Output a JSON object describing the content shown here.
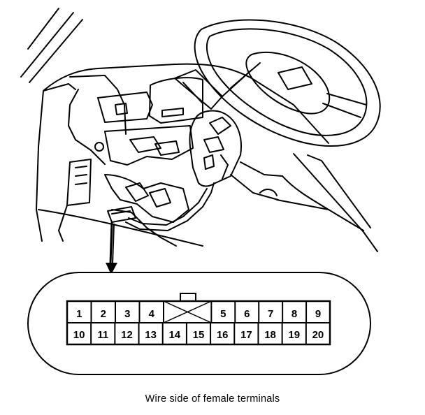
{
  "connector": {
    "top_row": [
      "1",
      "2",
      "3",
      "4",
      "",
      "5",
      "6",
      "7",
      "8",
      "9"
    ],
    "bottom_row": [
      "10",
      "11",
      "12",
      "13",
      "14",
      "15",
      "16",
      "17",
      "18",
      "19",
      "20"
    ]
  },
  "caption": "Wire side of female terminals",
  "colors": {
    "line": "#000000",
    "background": "#ffffff"
  }
}
